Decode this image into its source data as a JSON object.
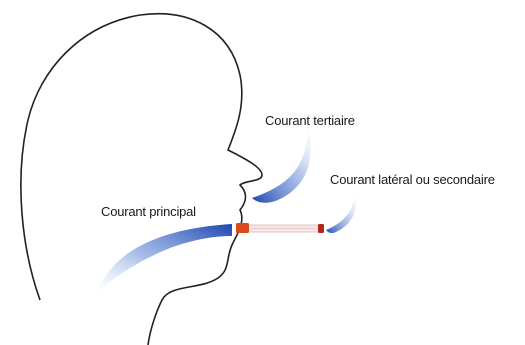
{
  "labels": {
    "tertiary_stream": "Courant tertiaire",
    "side_stream": "Courant latéral ou secondaire",
    "main_stream": "Courant principal"
  },
  "colors": {
    "outline": "#222222",
    "smoke_blue": "#1f4fb8",
    "cigarette_filter": "#d94a1e",
    "cigarette_ember": "#b3271b",
    "cigarette_paper": "#f6e8e8"
  }
}
